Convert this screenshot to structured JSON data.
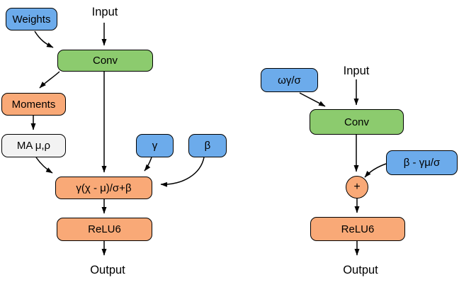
{
  "colors": {
    "parameter_box": "#6cabeb",
    "conv_box": "#8ccb6e",
    "op_box": "#f9a977",
    "stored_stat_box": "#f2f2f2",
    "border": "#000000",
    "arrow": "#000000",
    "background": "#ffffff"
  },
  "left_graph": {
    "input_label": "Input",
    "weights_label": "Weights",
    "conv_label": "Conv",
    "moments_label": "Moments",
    "moving_average_label": "MA μ,ρ",
    "gamma_label": "γ",
    "beta_label": "β",
    "batchnorm_formula_label": "γ(χ - μ)/σ+β",
    "relu_label": "ReLU6",
    "output_label": "Output"
  },
  "right_graph": {
    "folded_weights_label": "ωγ/σ",
    "input_label": "Input",
    "conv_label": "Conv",
    "folded_bias_label": "β - γμ/σ",
    "add_label": "+",
    "relu_label": "ReLU6",
    "output_label": "Output"
  }
}
